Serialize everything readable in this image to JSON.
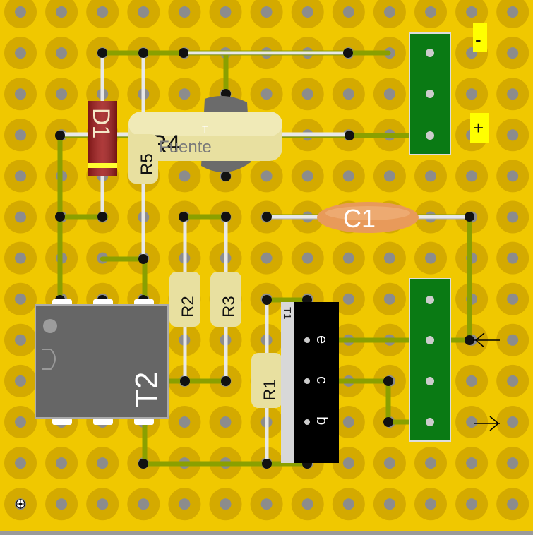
{
  "components": {
    "r4": "R4",
    "r5": "R5",
    "r2": "R2",
    "r3": "R3",
    "r1": "R1",
    "d1": "D1",
    "c1": "C1",
    "t2": "T2",
    "t1": "T1",
    "pot_text": "Fuente",
    "pot_mark": "T"
  },
  "transistor_pins": {
    "e": "e",
    "c": "c",
    "b": "b"
  },
  "terminals": {
    "minus": "-",
    "plus": "+"
  },
  "colors": {
    "board": "#f0c800",
    "pad": "#d4aa00",
    "hole": "#8c8c8c",
    "track": "#8aa000",
    "terminal": "#0a7a14"
  }
}
